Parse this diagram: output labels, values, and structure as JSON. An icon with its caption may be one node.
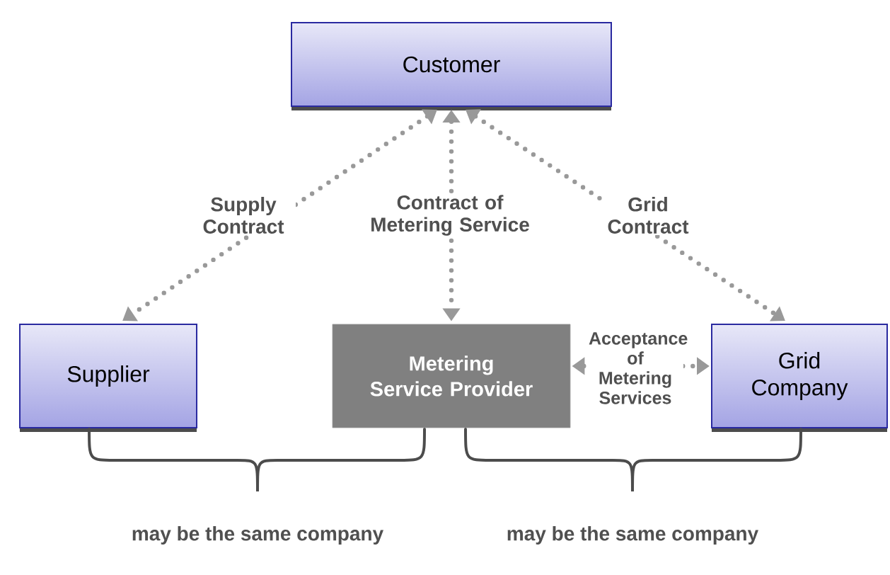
{
  "diagram": {
    "nodes": [
      {
        "text": [
          "Customer"
        ]
      },
      {
        "text": [
          "Supplier"
        ]
      },
      {
        "text": [
          "Metering Service Provider"
        ]
      },
      {
        "text": [
          "Grid Company"
        ]
      }
    ],
    "edges": [
      {
        "from": 0,
        "to": 1,
        "arrow": "both",
        "label": "Supply Contract"
      },
      {
        "from": 0,
        "to": 2,
        "arrow": "both",
        "label": "Contract of Metering Service"
      },
      {
        "from": 0,
        "to": 3,
        "arrow": "both",
        "label": "Grid Contract"
      },
      {
        "from": 2,
        "to": 3,
        "arrow": "both",
        "label": "Acceptance of Metering Services"
      }
    ],
    "labels": [
      "may be the same company",
      "may be the same company"
    ]
  }
}
